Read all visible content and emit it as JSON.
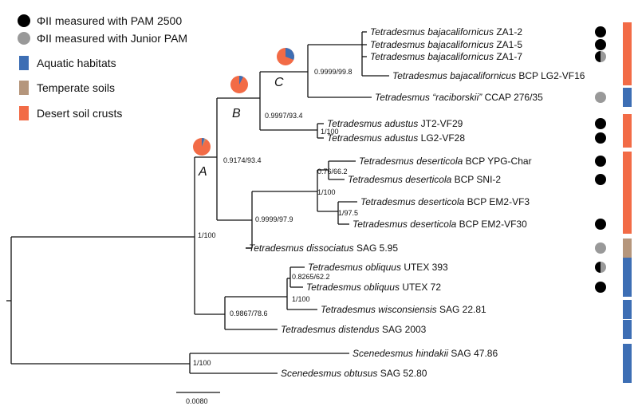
{
  "legend": [
    {
      "label": "ΦII measured with PAM 2500",
      "kind": "dot",
      "color": "#000000"
    },
    {
      "label": "ΦII measured with Junior PAM",
      "kind": "dot",
      "color": "#999999"
    },
    {
      "label": "Aquatic habitats",
      "kind": "square",
      "color": "#3d6eb4"
    },
    {
      "label": "Temperate soils",
      "kind": "square",
      "color": "#b5967c"
    },
    {
      "label": "Desert soil crusts",
      "kind": "square",
      "color": "#f26b46"
    }
  ],
  "colors": {
    "pam2500": "#000000",
    "junior": "#999999",
    "aquatic": "#3d6eb4",
    "temperate": "#b5967c",
    "desert": "#f26b46"
  },
  "taxa": [
    {
      "id": "t1",
      "species": "Tetradesmus bajacalifornicus",
      "strain": "ZA1-2",
      "marker": "black"
    },
    {
      "id": "t2",
      "species": "Tetradesmus bajacalifornicus",
      "strain": "ZA1-5",
      "marker": "black"
    },
    {
      "id": "t3",
      "species": "Tetradesmus bajacalifornicus",
      "strain": "ZA1-7",
      "marker": "half"
    },
    {
      "id": "t4",
      "species": "Tetradesmus bajacalifornicus",
      "strain": "BCP LG2-VF16",
      "marker": ""
    },
    {
      "id": "t5",
      "species": "Tetradesmus “raciborskii”",
      "strain": "CCAP 276/35",
      "marker": "gray"
    },
    {
      "id": "t6",
      "species": "Tetradesmus adustus",
      "strain": "JT2-VF29",
      "marker": "black"
    },
    {
      "id": "t7",
      "species": "Tetradesmus adustus",
      "strain": "LG2-VF28",
      "marker": "black"
    },
    {
      "id": "t8",
      "species": "Tetradesmus deserticola",
      "strain": "BCP YPG-Char",
      "marker": "black"
    },
    {
      "id": "t9",
      "species": "Tetradesmus deserticola",
      "strain": "BCP SNI-2",
      "marker": "black"
    },
    {
      "id": "t10",
      "species": "Tetradesmus deserticola",
      "strain": "BCP EM2-VF3",
      "marker": ""
    },
    {
      "id": "t11",
      "species": "Tetradesmus deserticola",
      "strain": "BCP EM2-VF30",
      "marker": "black"
    },
    {
      "id": "t12",
      "species": "Tetradesmus dissociatus",
      "strain": "SAG 5.95",
      "marker": "gray"
    },
    {
      "id": "t13",
      "species": "Tetradesmus obliquus",
      "strain": "UTEX 393",
      "marker": "half"
    },
    {
      "id": "t14",
      "species": "Tetradesmus obliquus",
      "strain": "UTEX 72",
      "marker": "black"
    },
    {
      "id": "t15",
      "species": "Tetradesmus wisconsiensis",
      "strain": "SAG 22.81",
      "marker": ""
    },
    {
      "id": "t16",
      "species": "Tetradesmus distendus",
      "strain": "SAG 2003",
      "marker": ""
    },
    {
      "id": "t17",
      "species": "Scenedesmus hindakii",
      "strain": "SAG 47.86",
      "marker": ""
    },
    {
      "id": "t18",
      "species": "Scenedesmus obtusus",
      "strain": "SAG 52.80",
      "marker": ""
    }
  ],
  "habitat_bars": [
    {
      "habitat": "desert",
      "from": "t1",
      "to": "t4"
    },
    {
      "habitat": "aquatic",
      "from": "t5",
      "to": "t5"
    },
    {
      "habitat": "desert",
      "from": "t6",
      "to": "t7"
    },
    {
      "habitat": "desert",
      "from": "t8",
      "to": "t11"
    },
    {
      "habitat": "temperate",
      "from": "t12",
      "to": "t12"
    },
    {
      "habitat": "aquatic",
      "from": "t13",
      "to": "t14"
    },
    {
      "habitat": "aquatic",
      "from": "t15",
      "to": "t15"
    },
    {
      "habitat": "aquatic",
      "from": "t16",
      "to": "t16"
    },
    {
      "habitat": "aquatic",
      "from": "t17",
      "to": "t18"
    }
  ],
  "support_values": {
    "s_c": "0.9999/99.8",
    "s_b": "0.9997/93.4",
    "s_a": "0.9174/93.4",
    "s_adustus": "1/100",
    "s_sni": "0.76/66.2",
    "s_desert4": "1/100",
    "s_em2": "1/97.5",
    "s_desdis": "0.9999/97.9",
    "s_tetra": "1/100",
    "s_obl": "0.8265/62.2",
    "s_oblw": "1/100",
    "s_lower": "0.9867/78.6",
    "s_scen": "1/100"
  },
  "clade_labels": {
    "a": "A",
    "b": "B",
    "c": "C"
  },
  "scale_bar": {
    "label": "0.0080"
  }
}
